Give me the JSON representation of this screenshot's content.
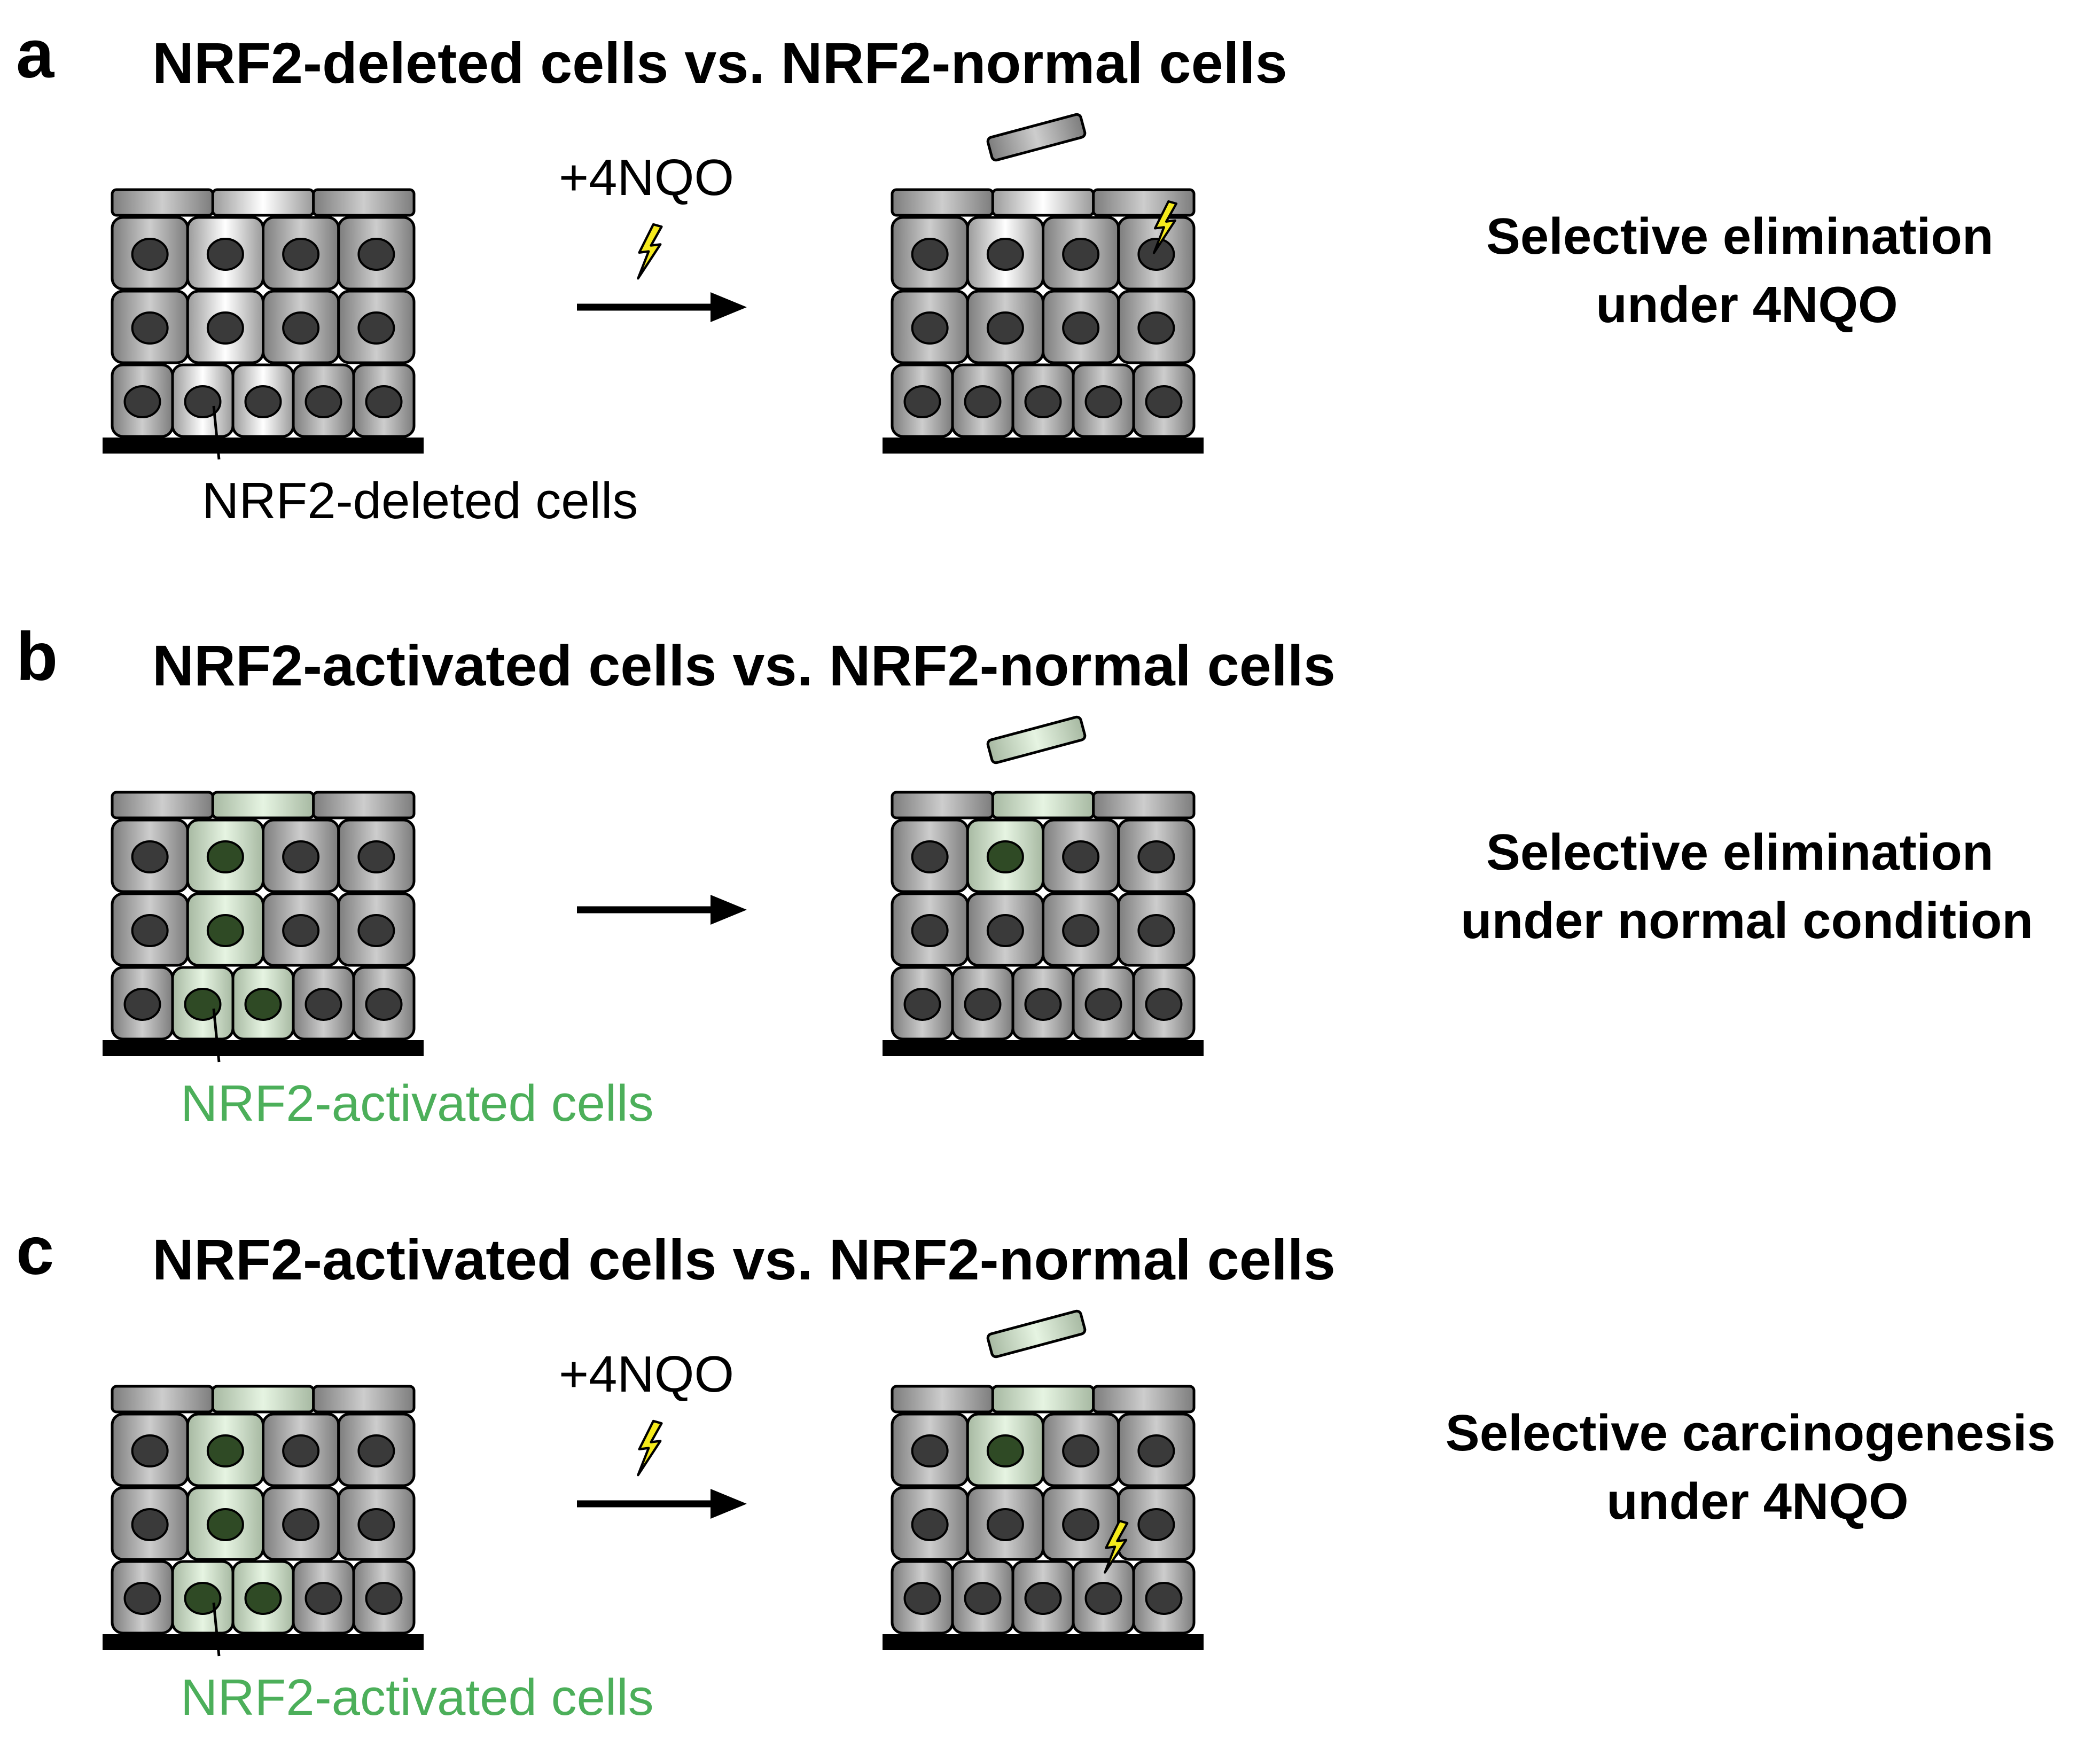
{
  "colors": {
    "normal_cell_edge": "#7d7d7d",
    "normal_cell_mid": "#c8c8c8",
    "deleted_cell_mid": "#ffffff",
    "activated_cell_mid": "#e4f2e0",
    "nucleus_normal": "#3a3a3a",
    "nucleus_activated": "#2f4a25",
    "membrane": "#000000",
    "lightning": "#f5ea1c",
    "activated_label": "#4caf5a"
  },
  "panels": [
    {
      "letter": "a",
      "title": "NRF2-deleted cells vs. NRF2-normal cells",
      "treatment": "+4NQO",
      "cell_label": "NRF2-deleted cells",
      "cell_label_color": "#000000",
      "highlight_type": "deleted",
      "shed_cell_type": "normal",
      "lightning_in_tissue": "upper-right",
      "outcome_lines": [
        "Selective elimination",
        "under 4NQO"
      ]
    },
    {
      "letter": "b",
      "title": "NRF2-activated cells vs. NRF2-normal cells",
      "treatment": "",
      "cell_label": "NRF2-activated cells",
      "cell_label_color": "#4caf5a",
      "highlight_type": "activated",
      "shed_cell_type": "activated",
      "lightning_in_tissue": "none",
      "outcome_lines": [
        "Selective elimination",
        "under normal condition"
      ]
    },
    {
      "letter": "c",
      "title": "NRF2-activated cells vs. NRF2-normal cells",
      "treatment": "+4NQO",
      "cell_label": "NRF2-activated cells",
      "cell_label_color": "#4caf5a",
      "highlight_type": "activated",
      "shed_cell_type": "activated",
      "lightning_in_tissue": "lower-right",
      "outcome_lines": [
        "Selective carcinogenesis",
        "under 4NQO"
      ]
    }
  ]
}
